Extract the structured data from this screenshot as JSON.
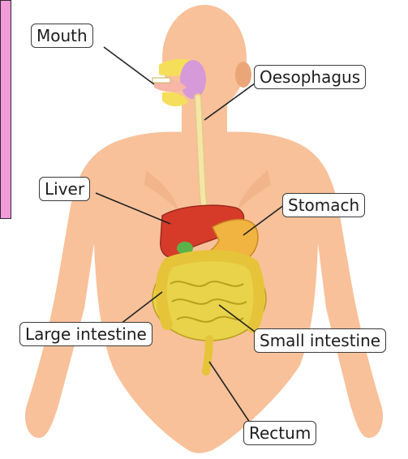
{
  "labels": {
    "mouth": "Mouth",
    "oesophagus": "Oesophagus",
    "liver": "Liver",
    "stomach": "Stomach",
    "large_intestine": "Large intestine",
    "small_intestine": "Small intestine",
    "rectum": "Rectum"
  },
  "colors": {
    "skin": "#f8c19a",
    "skin_shadow": "#eaa679",
    "liver": "#d63b2a",
    "stomach": "#f2b441",
    "intestine": "#e8d34a",
    "gall_bladder": "#5bb24a",
    "oesophagus": "#f5e6a8",
    "side_panel": "#f59ad9"
  }
}
